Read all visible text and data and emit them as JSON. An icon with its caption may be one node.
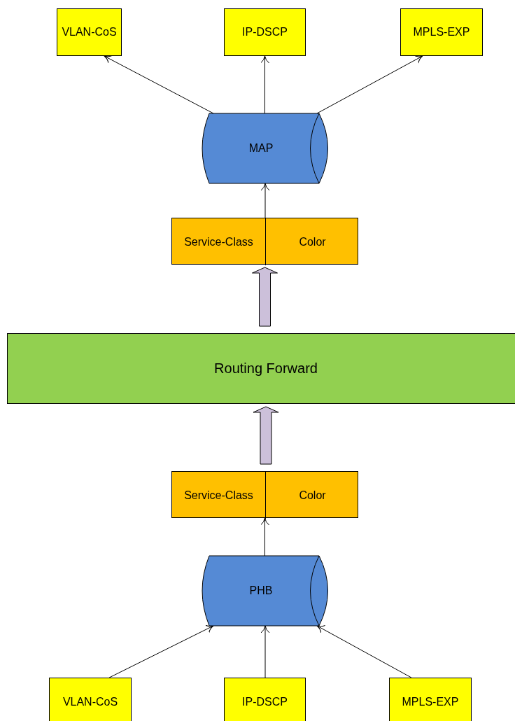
{
  "diagram": {
    "nodes": [
      {
        "text": [
          "VLAN-CoS"
        ]
      },
      {
        "text": [
          "IP-DSCP"
        ]
      },
      {
        "text": [
          "MPLS-EXP"
        ]
      },
      {
        "text": [
          "MAP"
        ]
      },
      {
        "text": [],
        "shape": "box"
      },
      {
        "text": [
          "Service-Class"
        ],
        "in": 4
      },
      {
        "text": [
          "Color"
        ],
        "in": 4
      },
      {
        "text": [
          "Routing Forward"
        ]
      },
      {
        "text": [],
        "shape": "box"
      },
      {
        "text": [
          "Service-Class"
        ],
        "in": 8
      },
      {
        "text": [
          "Color"
        ],
        "in": 8
      },
      {
        "text": [
          "PHB"
        ]
      },
      {
        "text": [
          "VLAN-CoS"
        ]
      },
      {
        "text": [
          "IP-DSCP"
        ]
      },
      {
        "text": [
          "MPLS-EXP"
        ]
      }
    ],
    "edges": [
      {
        "from": 3,
        "to": 0,
        "arrow": "to"
      },
      {
        "from": 3,
        "to": 1,
        "arrow": "to"
      },
      {
        "from": 3,
        "to": 2,
        "arrow": "to"
      },
      {
        "from": 4,
        "to": 3,
        "arrow": "to"
      },
      {
        "from": 7,
        "to": 4,
        "arrow": "to",
        "style": "thick",
        "color": "#ccc0da"
      },
      {
        "from": 8,
        "to": 7,
        "arrow": "to",
        "style": "thick",
        "color": "#ccc0da"
      },
      {
        "from": 11,
        "to": 8,
        "arrow": "to"
      },
      {
        "from": 12,
        "to": 11,
        "arrow": "to"
      },
      {
        "from": 13,
        "to": 11,
        "arrow": "to"
      },
      {
        "from": 14,
        "to": 11,
        "arrow": "to"
      }
    ]
  }
}
